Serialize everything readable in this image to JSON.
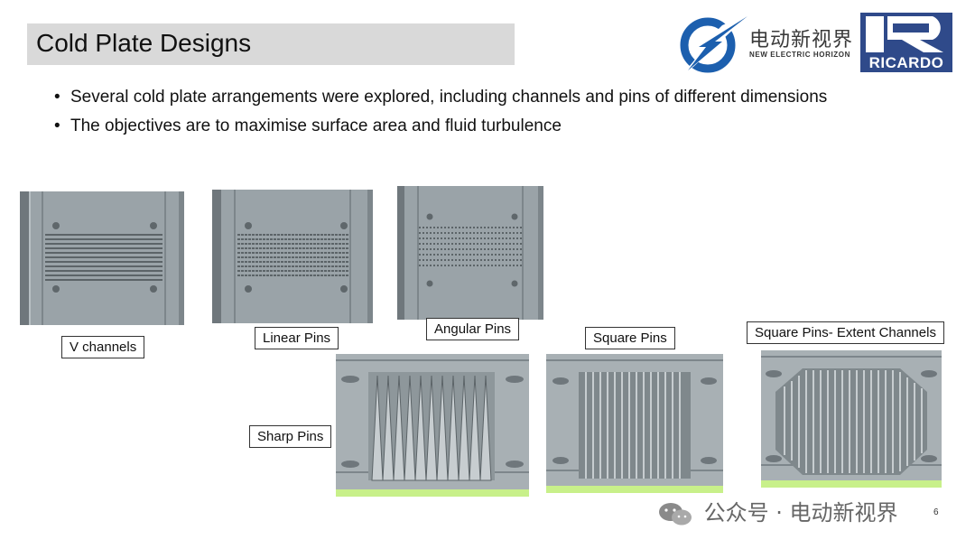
{
  "slide": {
    "title": "Cold Plate Designs",
    "bullets": [
      "Several cold plate arrangements were explored, including channels and pins of different dimensions",
      "The objectives are to maximise surface area and fluid turbulence"
    ],
    "page_number": "6"
  },
  "logos": {
    "nev_cn": "电动新视界",
    "nev_en": "NEW ELECTRIC HORIZON",
    "ricardo": "RICARDO"
  },
  "figures": [
    {
      "label": "V channels"
    },
    {
      "label": "Linear Pins"
    },
    {
      "label": "Angular Pins"
    },
    {
      "label": "Sharp Pins"
    },
    {
      "label": "Square Pins"
    },
    {
      "label": "Square Pins- Extent Channels"
    }
  ],
  "watermark": "公众号 · 电动新视界",
  "colors": {
    "plate": "#9aa3a8",
    "plate_dark": "#6f777c",
    "title_bar": "#d9d9d9",
    "brand_blue": "#1c5fae",
    "ricardo_blue": "#2f4a8a",
    "coolant_green": "#c8f08a"
  }
}
